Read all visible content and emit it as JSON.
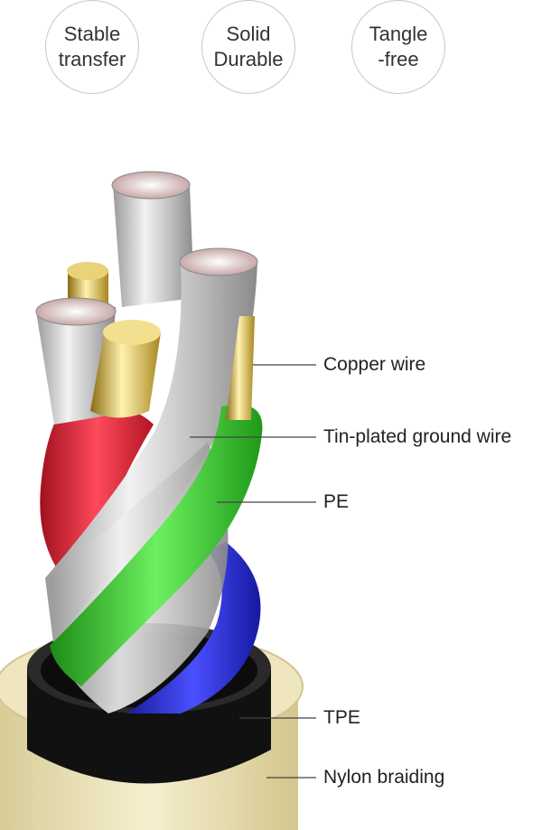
{
  "badges": [
    {
      "line1": "Stable",
      "line2": "transfer"
    },
    {
      "line1": "Solid",
      "line2": "Durable"
    },
    {
      "line1": "Tangle",
      "line2": "-free"
    }
  ],
  "labels": {
    "copper": "Copper wire",
    "tin": "Tin-plated ground wire",
    "pe": "PE",
    "tpe": "TPE",
    "nylon": "Nylon braiding"
  },
  "colors": {
    "red": "#e0283a",
    "green": "#33c82a",
    "blue": "#2b2fd6",
    "copper": "#d8b94a",
    "silver": "#c9c9c9",
    "tpe": "#141414",
    "nylon": "#e8dfb4"
  }
}
